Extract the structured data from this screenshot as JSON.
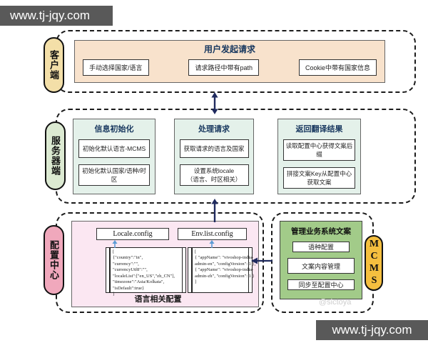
{
  "watermark_top": "www.tj-jqy.com",
  "watermark_bottom": "www.tj-jqy.com",
  "faint_watermark": "@sictoya",
  "colors": {
    "client_pill": "#f3dfa8",
    "server_pill": "#dcead2",
    "config_pill": "#f0a8bc",
    "mcms_pill": "#f5bf3f",
    "client_box": "#f8e2cc",
    "server_box": "#e4f1ea",
    "pink_box": "#fbe7f2",
    "green_box": "#a2cb89",
    "title_navy": "#17375e",
    "arrow_navy": "#1f2a5e",
    "arrow_blue": "#5b9bd5",
    "watermark_bar": "#595959"
  },
  "lanes": {
    "client": {
      "label": "客户端",
      "title": "用户发起请求",
      "items": [
        "手动选择国家/语言",
        "请求路径中带有path",
        "Cookie中带有国家信息"
      ]
    },
    "server": {
      "label": "服务器端",
      "boxes": [
        {
          "title": "信息初始化",
          "items": [
            "初始化默认语言-MCMS",
            "初始化默认国家/语种/时区"
          ]
        },
        {
          "title": "处理请求",
          "items": [
            "获取请求的语言及国家",
            "设置系统locale\n（语言、时区相关）"
          ]
        },
        {
          "title": "返回翻译结果",
          "items": [
            "读取配置中心获得文案后缀",
            "拼接文案Key从配置中心获取文案"
          ]
        }
      ]
    },
    "config": {
      "label": "配置中心",
      "caption": "语言相关配置",
      "files": [
        {
          "name": "Locale.config",
          "code": "[\n{\"country\":\"in\",\n\"currency\":\"\",\n\"currencyUtf8\":\"\",\n\"localeList\":[\"en_US\",\"zh_CN\"],\n\"timezone\":\"Asia/Kolkata\",\n\"isDefault\":true}\n]"
        },
        {
          "name": "Env.list.config",
          "code": "[\n{ \"appName\": \"vivoshop-india-\nadmin-en\", \"configVersion\": 1 },\n{ \"appName\": \"vivoshop-india-\nadmin-zh\", \"configVersion\": 1 }\n]"
        }
      ]
    },
    "mcms": {
      "label": "MCMS",
      "title": "管理业务系统文案",
      "items": [
        "语种配置",
        "文案内容管理",
        "同步至配置中心"
      ]
    }
  }
}
